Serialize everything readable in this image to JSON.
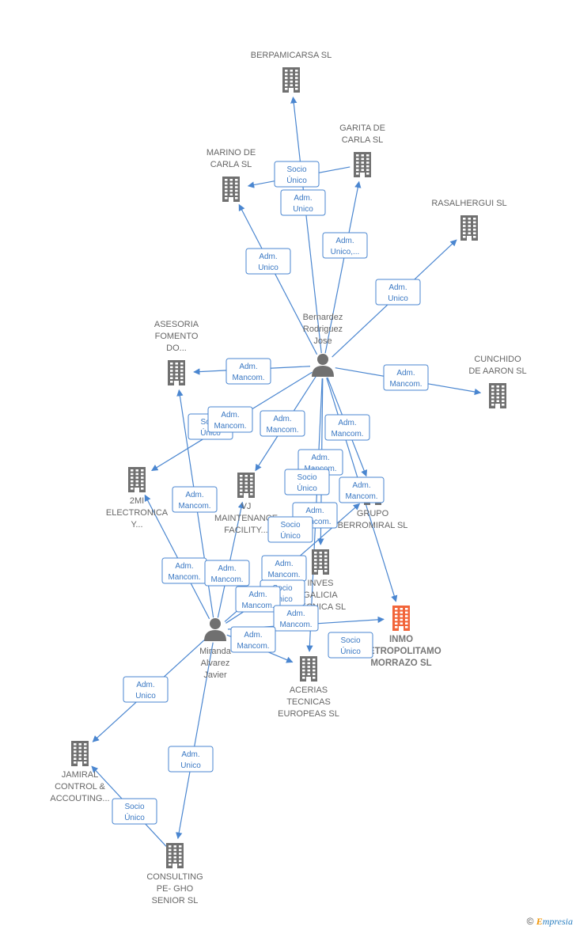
{
  "footer": {
    "copyright": "©",
    "brand_first": "E",
    "brand_rest": "mpresia"
  },
  "colors": {
    "edge": "#4a86d0",
    "building": "#707070",
    "focus": "#f2653a",
    "person": "#707070"
  },
  "nodes": [
    {
      "id": "berpamicarsa",
      "kind": "company",
      "lines": [
        "BERPAMICARSA SL"
      ]
    },
    {
      "id": "garita",
      "kind": "company",
      "lines": [
        "GARITA DE",
        "CARLA  SL"
      ]
    },
    {
      "id": "marino",
      "kind": "company",
      "lines": [
        "MARINO DE",
        "CARLA  SL"
      ]
    },
    {
      "id": "rasalhergui",
      "kind": "company",
      "lines": [
        "RASALHERGUI SL"
      ]
    },
    {
      "id": "asesoria",
      "kind": "company",
      "lines": [
        "ASESORIA",
        "FOMENTO",
        "DO..."
      ]
    },
    {
      "id": "cunchido",
      "kind": "company",
      "lines": [
        "CUNCHIDO",
        "DE AARON SL"
      ]
    },
    {
      "id": "bernardez",
      "kind": "person",
      "lines": [
        "Bernardez",
        "Rodriguez",
        "Jose"
      ]
    },
    {
      "id": "2mi",
      "kind": "company",
      "lines": [
        "2MI",
        "ELECTRONICA",
        "Y..."
      ]
    },
    {
      "id": "vj",
      "kind": "company",
      "lines": [
        "VJ",
        "MAINTENANCE",
        "FACILITY..."
      ]
    },
    {
      "id": "grupo",
      "kind": "company",
      "lines": [
        "GRUPO",
        "BERROMIRAL SL"
      ]
    },
    {
      "id": "inves",
      "kind": "company",
      "lines": [
        "INVES",
        "GALICIA",
        "TECNICA  SL"
      ]
    },
    {
      "id": "inmo",
      "kind": "focus",
      "lines": [
        "INMO",
        "METROPOLITAMO",
        "MORRAZO  SL"
      ]
    },
    {
      "id": "miranda",
      "kind": "person",
      "lines": [
        "Miranda",
        "Alvarez",
        "Javier"
      ]
    },
    {
      "id": "acerias",
      "kind": "company",
      "lines": [
        "ACERIAS",
        "TECNICAS",
        "EUROPEAS  SL"
      ]
    },
    {
      "id": "jamiral",
      "kind": "company",
      "lines": [
        "JAMIRAL",
        "CONTROL &",
        "ACCOUTING..."
      ]
    },
    {
      "id": "consulting",
      "kind": "company",
      "lines": [
        "CONSULTING",
        "PE- GHO",
        "SENIOR  SL"
      ]
    }
  ],
  "edge_labels": [
    {
      "id": "socio-berpamicarsa",
      "lines": [
        "Socio",
        "Único"
      ]
    },
    {
      "id": "adm-berpamicarsa",
      "lines": [
        "Adm.",
        "Unico"
      ]
    },
    {
      "id": "adm-garita",
      "lines": [
        "Adm.",
        "Unico,..."
      ]
    },
    {
      "id": "adm-marino",
      "lines": [
        "Adm.",
        "Unico"
      ]
    },
    {
      "id": "adm-rasalhergui",
      "lines": [
        "Adm.",
        "Unico"
      ]
    },
    {
      "id": "mancom-asesoria-b",
      "lines": [
        "Adm.",
        "Mancom."
      ]
    },
    {
      "id": "mancom-cunchido",
      "lines": [
        "Adm.",
        "Mancom."
      ]
    },
    {
      "id": "socio-asesoria",
      "lines": [
        "Socio",
        "Único"
      ]
    },
    {
      "id": "mancom-2mi-b",
      "lines": [
        "Adm.",
        "Mancom."
      ]
    },
    {
      "id": "mancom-vj-b",
      "lines": [
        "Adm.",
        "Mancom."
      ]
    },
    {
      "id": "mancom-grupo-b",
      "lines": [
        "Adm.",
        "Mancom."
      ]
    },
    {
      "id": "mancom-vj-b2",
      "lines": [
        "Adm.",
        "Mancom."
      ]
    },
    {
      "id": "socio-vj",
      "lines": [
        "Socio",
        "Único"
      ]
    },
    {
      "id": "mancom-inmo",
      "lines": [
        "Adm.",
        "Mancom."
      ]
    },
    {
      "id": "mancom-inves-b",
      "lines": [
        "Adm.",
        "Mancom."
      ]
    },
    {
      "id": "mancom-asesoria-m",
      "lines": [
        "Adm.",
        "Mancom."
      ]
    },
    {
      "id": "socio-inves",
      "lines": [
        "Socio",
        "Único"
      ]
    },
    {
      "id": "mancom-2mi-m",
      "lines": [
        "Adm.",
        "Mancom."
      ]
    },
    {
      "id": "mancom-vj-m",
      "lines": [
        "Adm.",
        "Mancom."
      ]
    },
    {
      "id": "mancom-inves-m",
      "lines": [
        "Adm.",
        "Mancom."
      ]
    },
    {
      "id": "socio-acerias",
      "lines": [
        "Socio",
        "Único"
      ]
    },
    {
      "id": "mancom-acerias-m",
      "lines": [
        "Adm.",
        "Mancom."
      ]
    },
    {
      "id": "mancom-grupo-m",
      "lines": [
        "Adm.",
        "Mancom."
      ]
    },
    {
      "id": "mancom-acerias-m2",
      "lines": [
        "Adm.",
        "Mancom."
      ]
    },
    {
      "id": "socio-inmo",
      "lines": [
        "Socio",
        "Único"
      ]
    },
    {
      "id": "adm-jamiral",
      "lines": [
        "Adm.",
        "Unico"
      ]
    },
    {
      "id": "adm-consulting",
      "lines": [
        "Adm.",
        "Unico"
      ]
    },
    {
      "id": "socio-jamiral",
      "lines": [
        "Socio",
        "Único"
      ]
    }
  ],
  "edges": [
    {
      "from": "bernardez",
      "to": "berpamicarsa"
    },
    {
      "from": "bernardez",
      "to": "garita"
    },
    {
      "from": "bernardez",
      "to": "marino"
    },
    {
      "from": "garita",
      "to": "marino"
    },
    {
      "from": "bernardez",
      "to": "rasalhergui"
    },
    {
      "from": "bernardez",
      "to": "asesoria"
    },
    {
      "from": "bernardez",
      "to": "cunchido"
    },
    {
      "from": "bernardez",
      "to": "2mi"
    },
    {
      "from": "bernardez",
      "to": "vj"
    },
    {
      "from": "bernardez",
      "to": "grupo"
    },
    {
      "from": "bernardez",
      "to": "inves"
    },
    {
      "from": "bernardez",
      "to": "inmo"
    },
    {
      "from": "bernardez",
      "to": "acerias"
    },
    {
      "from": "miranda",
      "to": "asesoria"
    },
    {
      "from": "miranda",
      "to": "2mi"
    },
    {
      "from": "miranda",
      "to": "vj"
    },
    {
      "from": "miranda",
      "to": "inves"
    },
    {
      "from": "miranda",
      "to": "grupo"
    },
    {
      "from": "miranda",
      "to": "acerias"
    },
    {
      "from": "miranda",
      "to": "inmo"
    },
    {
      "from": "miranda",
      "to": "jamiral"
    },
    {
      "from": "miranda",
      "to": "consulting"
    },
    {
      "from": "consulting",
      "to": "jamiral"
    }
  ]
}
